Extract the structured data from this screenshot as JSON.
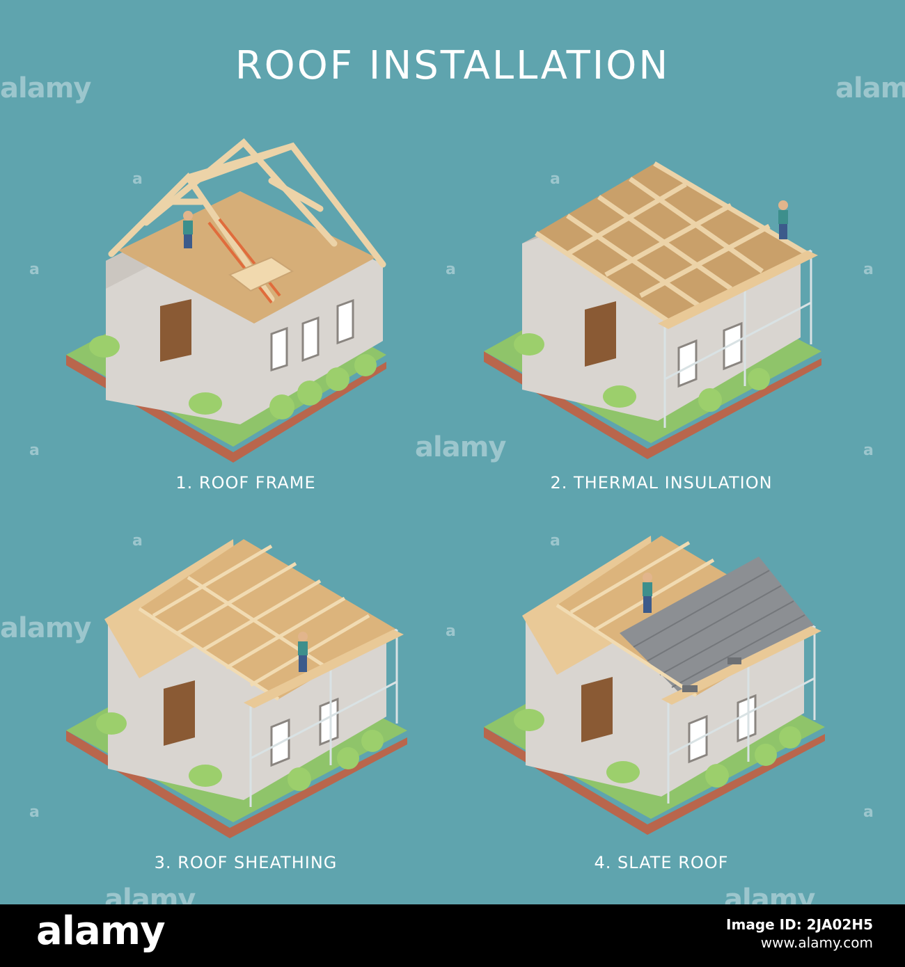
{
  "title": "ROOF INSTALLATION",
  "steps": [
    {
      "label": "1. ROOF FRAME"
    },
    {
      "label": "2. THERMAL INSULATION"
    },
    {
      "label": "3. ROOF SHEATHING"
    },
    {
      "label": "4. SLATE ROOF"
    }
  ],
  "watermark": {
    "word": "alamy",
    "glyph": "a"
  },
  "footer": {
    "logo": "alamy",
    "image_id_line": "Image ID: 2JA02H5",
    "url": "www.alamy.com"
  },
  "colors": {
    "background": "#5fa4ae",
    "wall": "#d9d5d0",
    "wall_shade": "#c3beb8",
    "timber": "#e9c997",
    "insulation": "#c9a06a",
    "slate": "#8c8f93",
    "grass": "#8fc46a",
    "soil": "#b9664c",
    "bush": "#9ccf6c"
  }
}
